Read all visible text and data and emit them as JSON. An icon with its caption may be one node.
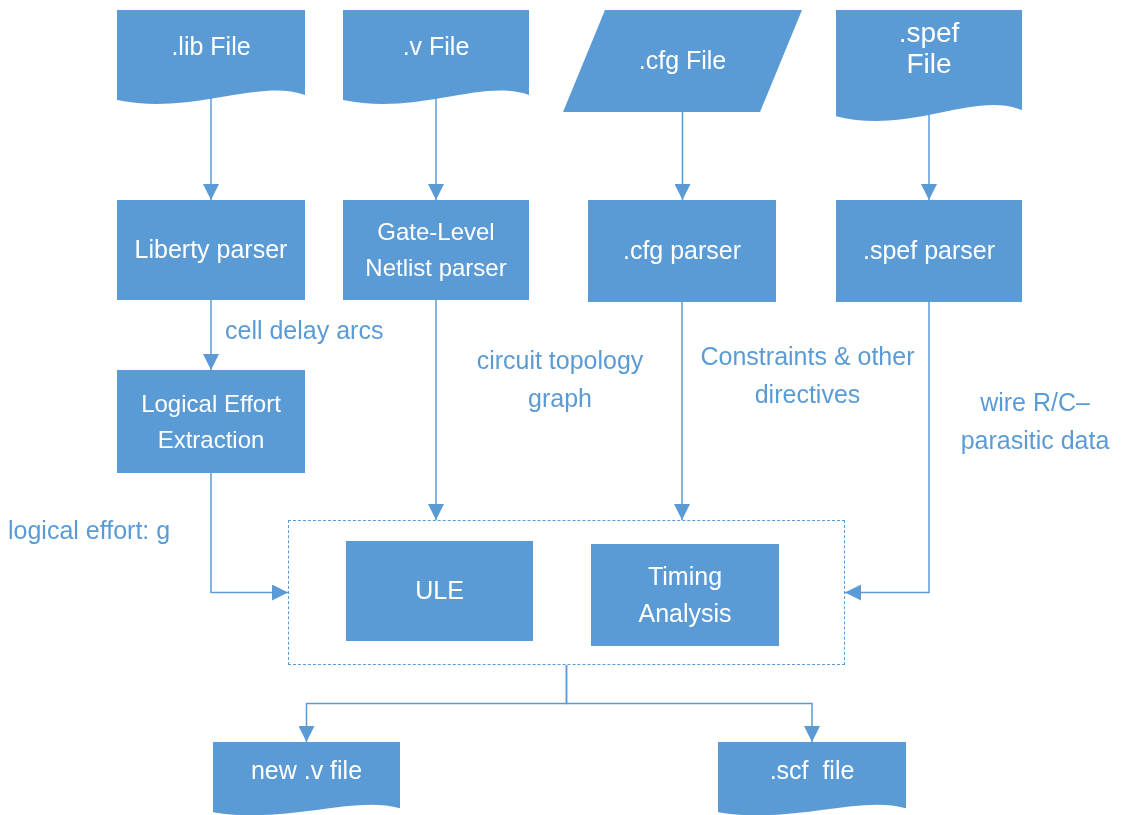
{
  "diagram": {
    "nodes": [
      {
        "text": [
          ".lib File"
        ]
      },
      {
        "text": [
          ".v File"
        ]
      },
      {
        "text": [
          ".cfg File"
        ]
      },
      {
        "text": [
          ".spef File"
        ]
      },
      {
        "text": [
          "Liberty parser"
        ]
      },
      {
        "text": [
          "Gate-Level Netlist parser"
        ]
      },
      {
        "text": [
          ".cfg parser"
        ]
      },
      {
        "text": [
          ".spef parser"
        ]
      },
      {
        "text": [
          "Logical Effort Extraction"
        ]
      },
      {
        "text": [],
        "shape": "box"
      },
      {
        "text": [
          "ULE"
        ],
        "in": 9
      },
      {
        "text": [
          "Timing Analysis"
        ],
        "in": 9
      },
      {
        "text": [
          "new .v file"
        ]
      },
      {
        "text": [
          ".scf  file"
        ]
      }
    ],
    "edges": [
      {
        "from": 0,
        "to": 4,
        "arrow": "to"
      },
      {
        "from": 1,
        "to": 5,
        "arrow": "to"
      },
      {
        "from": 2,
        "to": 6,
        "arrow": "to"
      },
      {
        "from": 3,
        "to": 7,
        "arrow": "to"
      },
      {
        "from": 4,
        "to": 8,
        "arrow": "to",
        "label": "cell delay arcs"
      },
      {
        "from": 5,
        "to": 9,
        "arrow": "to",
        "label": "circuit topology graph"
      },
      {
        "from": 6,
        "to": 9,
        "arrow": "to",
        "label": "Constraints & other directives"
      },
      {
        "from": 7,
        "to": 9,
        "arrow": "to",
        "label": "wire R/C– parasitic data"
      },
      {
        "from": 8,
        "to": 9,
        "arrow": "to",
        "label": "logical effort: g"
      },
      {
        "from": 9,
        "to": 12,
        "arrow": "to"
      },
      {
        "from": 9,
        "to": 13,
        "arrow": "to"
      }
    ]
  }
}
